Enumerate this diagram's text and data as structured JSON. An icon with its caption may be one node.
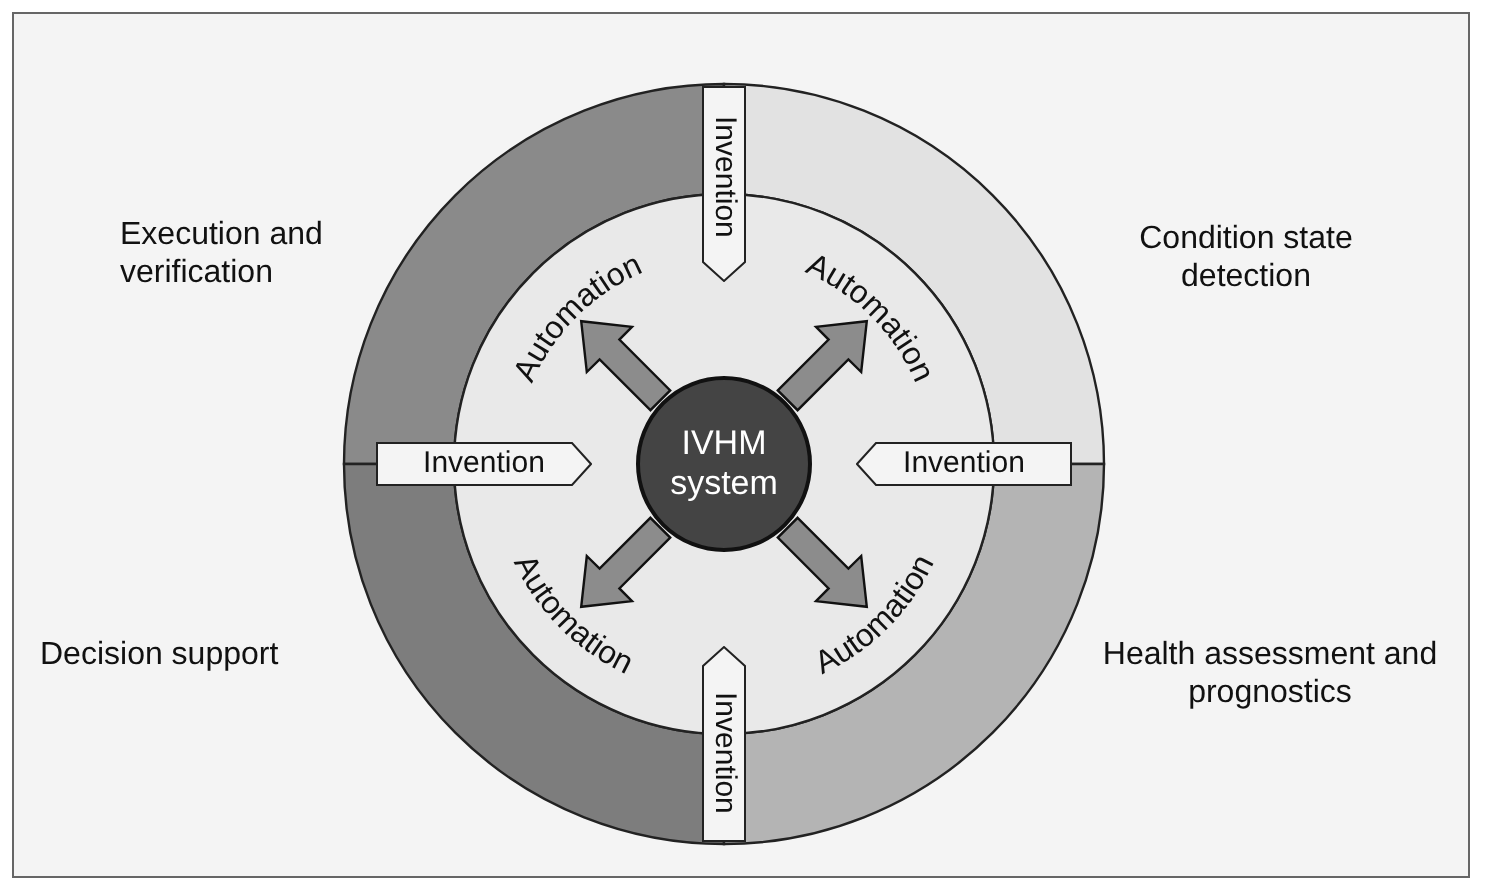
{
  "diagram": {
    "nodes": [
      {
        "text": [
          "Execution and verification"
        ]
      },
      {
        "text": [
          "Condition state detection"
        ]
      },
      {
        "text": [
          "Invention"
        ]
      },
      {
        "text": [
          "Automation"
        ]
      },
      {
        "text": [
          "Automation"
        ]
      },
      {
        "text": [
          "Invention"
        ]
      },
      {
        "text": [
          "IVHM system"
        ]
      },
      {
        "text": [
          "Invention"
        ]
      },
      {
        "text": [
          "Automation"
        ]
      },
      {
        "text": [
          "Automation"
        ]
      },
      {
        "text": [
          "Invention"
        ]
      },
      {
        "text": [
          "Decision support"
        ]
      },
      {
        "text": [
          "Health assessment and prognostics"
        ]
      }
    ],
    "edges": [
      {
        "from": 6,
        "to": 3,
        "arrow": "to"
      },
      {
        "from": 6,
        "to": 4,
        "arrow": "to"
      },
      {
        "from": 6,
        "to": 8,
        "arrow": "to"
      },
      {
        "from": 6,
        "to": 9,
        "arrow": "to"
      }
    ]
  }
}
